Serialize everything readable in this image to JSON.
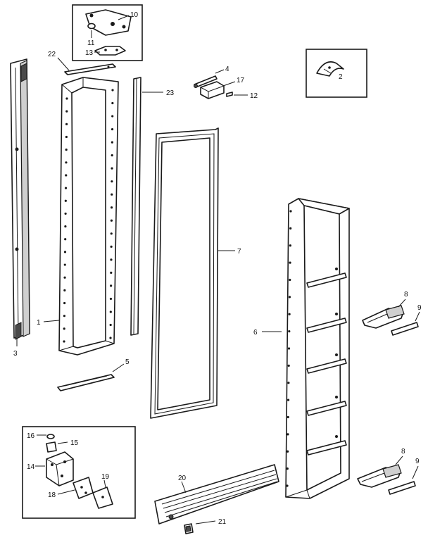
{
  "callouts": {
    "c1": "1",
    "c2": "2",
    "c3": "3",
    "c4": "4",
    "c5": "5",
    "c6": "6",
    "c7": "7",
    "c8a": "8",
    "c8b": "8",
    "c9a": "9",
    "c9b": "9",
    "c10": "10",
    "c11": "11",
    "c12": "12",
    "c13": "13",
    "c14": "14",
    "c15": "15",
    "c16": "16",
    "c17": "17",
    "c18": "18",
    "c19": "19",
    "c20": "20",
    "c21": "21",
    "c22": "22",
    "c23": "23"
  }
}
